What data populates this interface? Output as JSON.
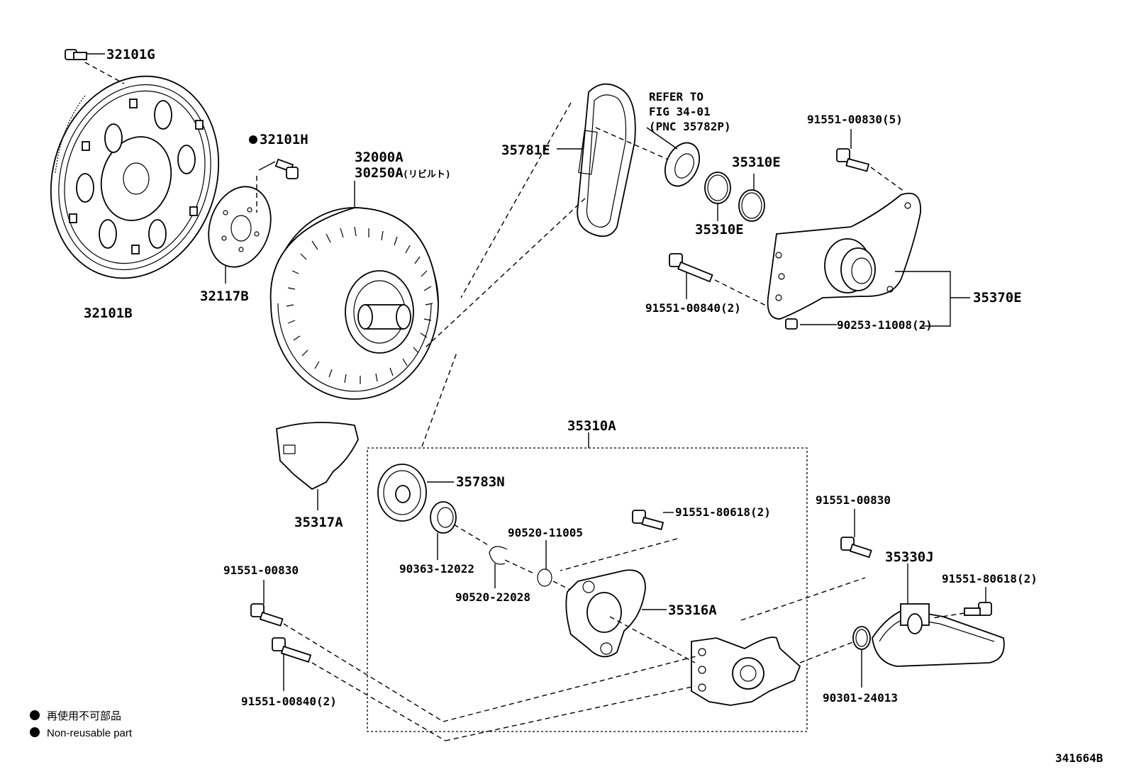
{
  "parts": {
    "p32101G": "32101G",
    "p32101H": "32101H",
    "p32000A": "32000A",
    "p30250A": "30250A",
    "p30250A_note": "(リビルト)",
    "p32101B": "32101B",
    "p32117B": "32117B",
    "p35781E": "35781E",
    "p35310E_a": "35310E",
    "p35310E_b": "35310E",
    "p91551_00830_5": "91551-00830(5)",
    "p91551_00840_2_top": "91551-00840(2)",
    "p90253_11008_2": "90253-11008(2)",
    "p35370E": "35370E",
    "p35310A": "35310A",
    "p35317A": "35317A",
    "p35783N": "35783N",
    "p90363_12022": "90363-12022",
    "p90520_11005": "90520-11005",
    "p90520_22028": "90520-22028",
    "p91551_80618_2_mid": "91551-80618(2)",
    "p35316A": "35316A",
    "p91551_00830_left": "91551-00830",
    "p91551_00840_2_bottom": "91551-00840(2)",
    "p91551_00830_right": "91551-00830",
    "p35330J": "35330J",
    "p91551_80618_2_right": "91551-80618(2)",
    "p90301_24013": "90301-24013"
  },
  "refer": {
    "line1": "REFER TO",
    "line2": "FIG 34-01",
    "line3": "(PNC 35782P)"
  },
  "legend": {
    "jp": "再使用不可部品",
    "en": "Non-reusable part"
  },
  "figure_id": "341664B"
}
